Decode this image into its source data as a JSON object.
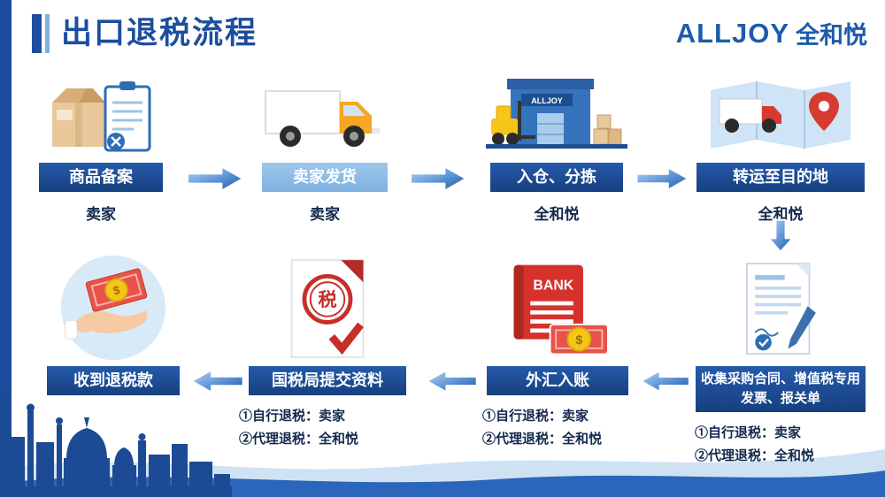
{
  "header": {
    "title": "出口退税流程"
  },
  "logo": {
    "brand": "ALLJOY",
    "cn": "全和悦"
  },
  "steps": [
    {
      "label": "商品备案",
      "actor": "卖家"
    },
    {
      "label": "卖家发货",
      "actor": "卖家"
    },
    {
      "label": "入仓、分拣",
      "actor": "全和悦"
    },
    {
      "label": "转运至目的地",
      "actor": "全和悦"
    },
    {
      "label": "收集采购合同、增值税专用发票、报关单",
      "note1": "①自行退税：卖家",
      "note2": "②代理退税：全和悦"
    },
    {
      "label": "外汇入账",
      "note1": "①自行退税：卖家",
      "note2": "②代理退税：全和悦"
    },
    {
      "label": "国税局提交资料",
      "note1": "①自行退税：卖家",
      "note2": "②代理退税：全和悦"
    },
    {
      "label": "收到退税款"
    }
  ],
  "icons": {
    "bank_text": "BANK",
    "tax_seal": "税",
    "warehouse_sign": "ALLJOY",
    "dollar": "$"
  },
  "colors": {
    "primary_blue": "#1d4e9e",
    "light_blue": "#8fc0e9",
    "arrow_light": "#b9d6f2",
    "arrow_dark": "#1d55a6",
    "accent_red": "#d7312c",
    "coin_yellow": "#f5c518"
  }
}
